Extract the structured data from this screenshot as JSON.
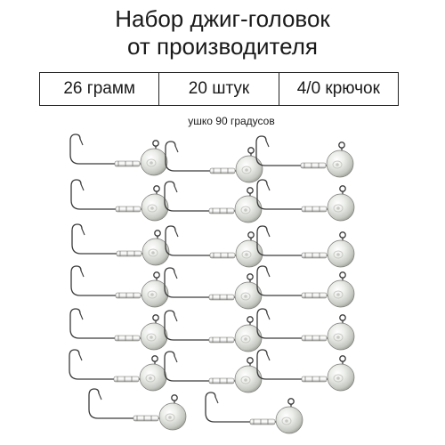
{
  "title": {
    "line1": "Набор джиг-головок",
    "line2": "от производителя"
  },
  "specs": [
    {
      "label": "26 грамм"
    },
    {
      "label": "20 штук"
    },
    {
      "label": "4/0 крючок"
    }
  ],
  "note": "ушко 90 градусов",
  "product": {
    "icon": "jig-head-icon",
    "count": 20,
    "colors": {
      "metal_light": "#f4f4f2",
      "metal_mid": "#c8c9c4",
      "metal_dark": "#7c7d78",
      "hook": "#3a3a3a"
    }
  }
}
